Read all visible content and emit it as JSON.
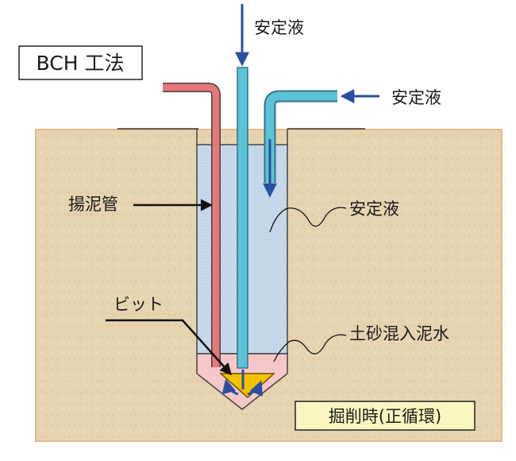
{
  "title_box": "BCH 工法",
  "labels": {
    "stabilizer_top": "安定液",
    "stabilizer_right": "安定液",
    "stabilizer_inside": "安定液",
    "mud_pipe": "揚泥管",
    "bit": "ビット",
    "slurry": "土砂混入泥水"
  },
  "status_box": "掘削時(正循環)",
  "colors": {
    "ground": "#e6d3b0",
    "ground_border": "#e8b98a",
    "stabilizer_fill": "#c9dbec",
    "slurry_fill": "#f6c7c9",
    "mud_pipe": "#e67879",
    "supply_pipe": "#5bc3d6",
    "bit": "#f2c200",
    "arrow": "#2a4fa0",
    "status_box_bg": "#fbf6c0"
  }
}
